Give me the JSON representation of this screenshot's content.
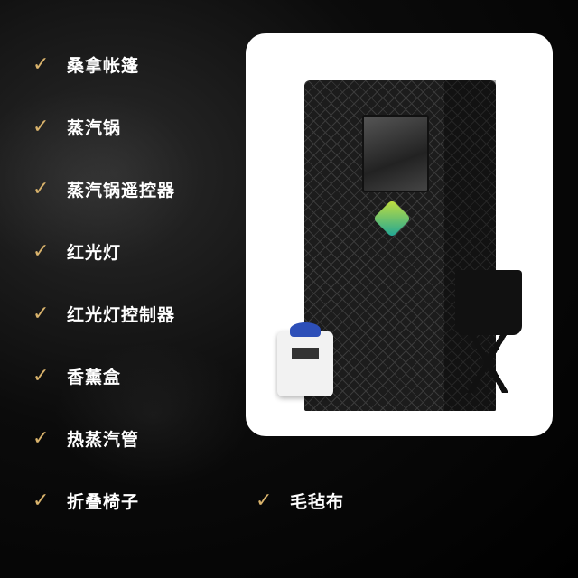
{
  "items": [
    "桑拿帐篷",
    "蒸汽锅",
    "蒸汽锅遥控器",
    "红光灯",
    "红光灯控制器",
    "香薰盒",
    "热蒸汽管",
    "折叠椅子"
  ],
  "extra_item": "毛毡布",
  "check_glyph": "✓",
  "colors": {
    "check": "#d9b36c",
    "text": "#ffffff",
    "background": "#000000"
  }
}
